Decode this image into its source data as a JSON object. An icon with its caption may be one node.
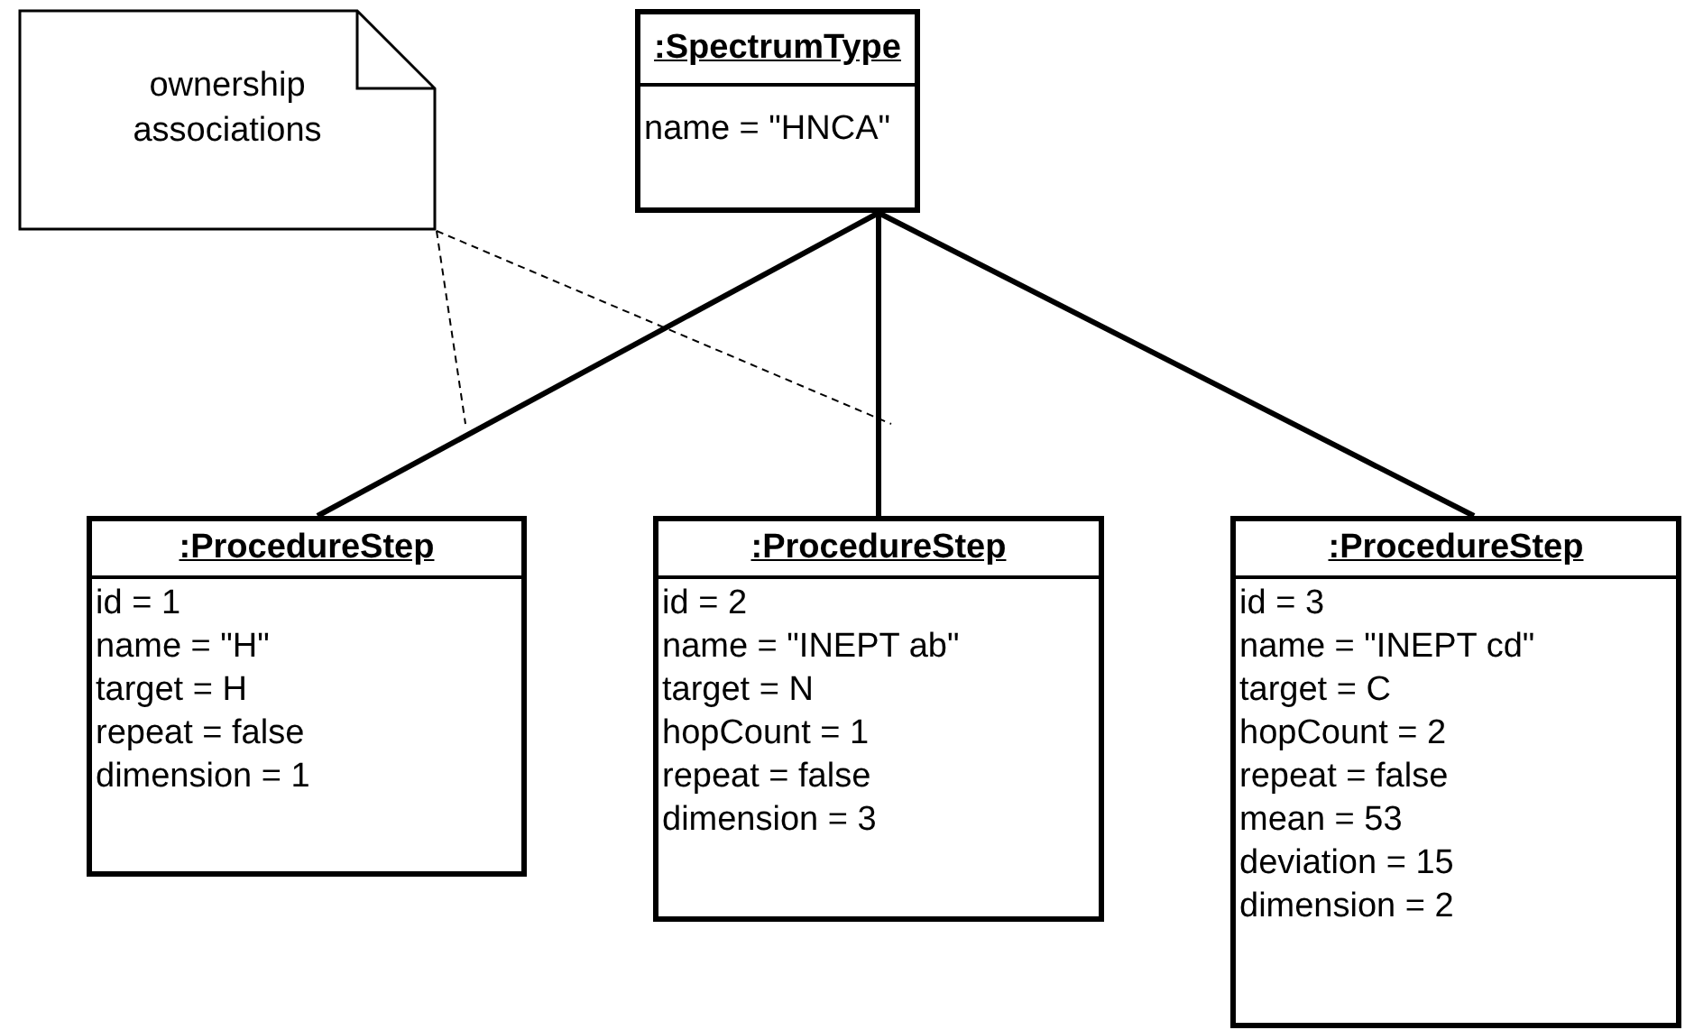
{
  "diagram": {
    "nodes": [
      {
        "text": [
          ":SpectrumType",
          "name = \"HNCA\""
        ]
      },
      {
        "text": [
          "ownership associations"
        ]
      },
      {
        "text": [
          ":ProcedureStep",
          "id = 1",
          "name = \"H\"",
          "target = H",
          "repeat = false",
          "dimension = 1"
        ]
      },
      {
        "text": [
          ":ProcedureStep",
          "id = 2",
          "name = \"INEPT ab\"",
          "target = N",
          "hopCount = 1",
          "repeat = false",
          "dimension = 3"
        ]
      },
      {
        "text": [
          ":ProcedureStep",
          "id = 3",
          "name = \"INEPT cd\"",
          "target = C",
          "hopCount = 2",
          "repeat = false",
          "mean = 53",
          "deviation = 15",
          "dimension = 2"
        ]
      }
    ],
    "edges": [
      {
        "from": 0,
        "to": 2,
        "arrow": "none"
      },
      {
        "from": 0,
        "to": 3,
        "arrow": "none"
      },
      {
        "from": 0,
        "to": 4,
        "arrow": "none"
      },
      {
        "from": 1,
        "to": null,
        "arrow": "none",
        "style": "dashed"
      },
      {
        "from": 1,
        "to": null,
        "arrow": "none",
        "style": "dashed"
      }
    ]
  }
}
